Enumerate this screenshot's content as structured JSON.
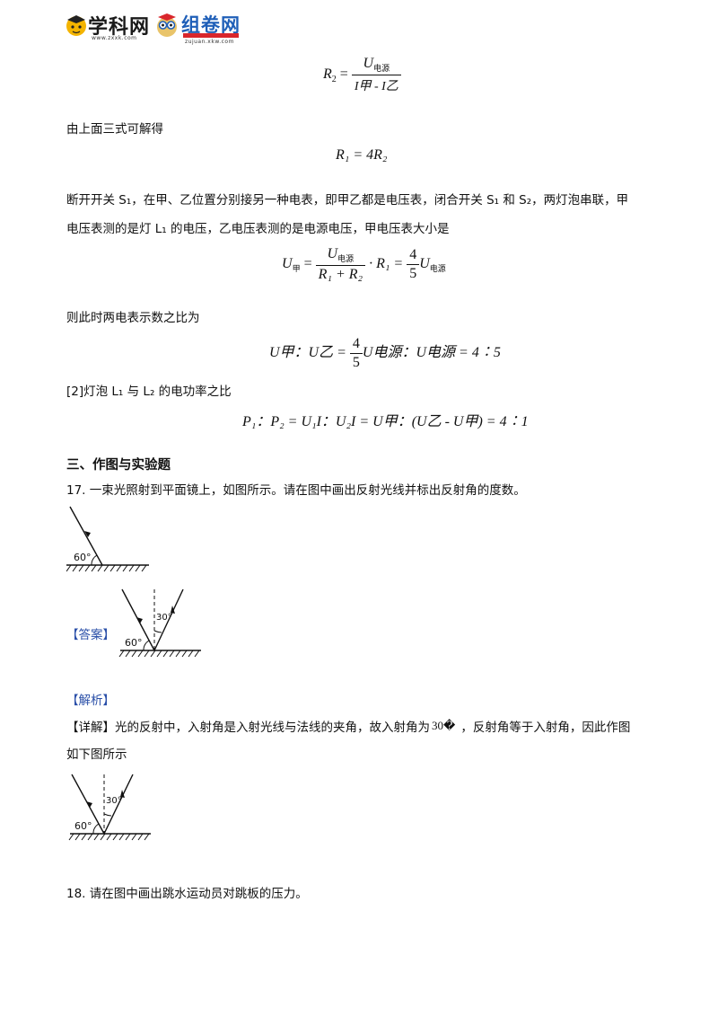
{
  "header": {
    "logo_left_name": "学科网",
    "logo_left_url": "www.zxxk.com",
    "logo_right_name": "组卷网",
    "logo_right_url": "zujuan.xkw.com"
  },
  "lines": {
    "derive": "由上面三式可解得",
    "switch_line1": "断开开关 S₁，在甲、乙位置分别接另一种电表，即甲乙都是电压表，闭合开关 S₁ 和 S₂，两灯泡串联，甲",
    "switch_line2": "电压表测的是灯 L₁ 的电压，乙电压表测的是电源电压，甲电压表大小是",
    "ratio_line": "则此时两电表示数之比为",
    "power_line": "[2]灯泡 L₁ 与 L₂ 的电功率之比"
  },
  "math": {
    "eq1_left": "R",
    "eq1_left_sub": "2",
    "eq1_num": "U",
    "eq1_num_sub": "电源",
    "eq1_den": "I甲 - I乙",
    "eq2": "R₁ = 4R₂",
    "eq3_left": "U",
    "eq3_left_sub": "甲",
    "eq3_num": "U",
    "eq3_num_sub": "电源",
    "eq3_den": "R₁ + R₂",
    "eq3_mid": "· R₁ =",
    "eq3_frac_num": "4",
    "eq3_frac_den": "5",
    "eq3_tail": "U",
    "eq3_tail_sub": "电源",
    "eq4_prefix": "U甲：U乙 =",
    "eq4_frac_num": "4",
    "eq4_frac_den": "5",
    "eq4_tail": "U电源：U电源 = 4∶5",
    "eq5": "P₁：P₂ = U₁I：U₂I = U甲：(U乙 - U甲) = 4∶1"
  },
  "section": {
    "title": "三、作图与实验题"
  },
  "q17": {
    "stem": "17. 一束光照射到平面镜上，如图所示。请在图中画出反射光线并标出反射角的度数。",
    "angle_given": "60°",
    "answer_label": "【答案】",
    "angle_reflect": "30°",
    "analysis_label": "【解析】",
    "detail_line1_a": "【详解】光的反射中，入射角是入射光线与法线的夹角，故入射角为",
    "detail_angle": "30�",
    "detail_line1_b": "，反射角等于入射角，因此作图",
    "detail_line2": "如下图所示"
  },
  "q18": {
    "stem": "18. 请在图中画出跳水运动员对跳板的压力。"
  },
  "colors": {
    "bracket_blue": "#2a4fa8",
    "logo_blue": "#1f5fb8",
    "logo_red": "#d9262c"
  }
}
